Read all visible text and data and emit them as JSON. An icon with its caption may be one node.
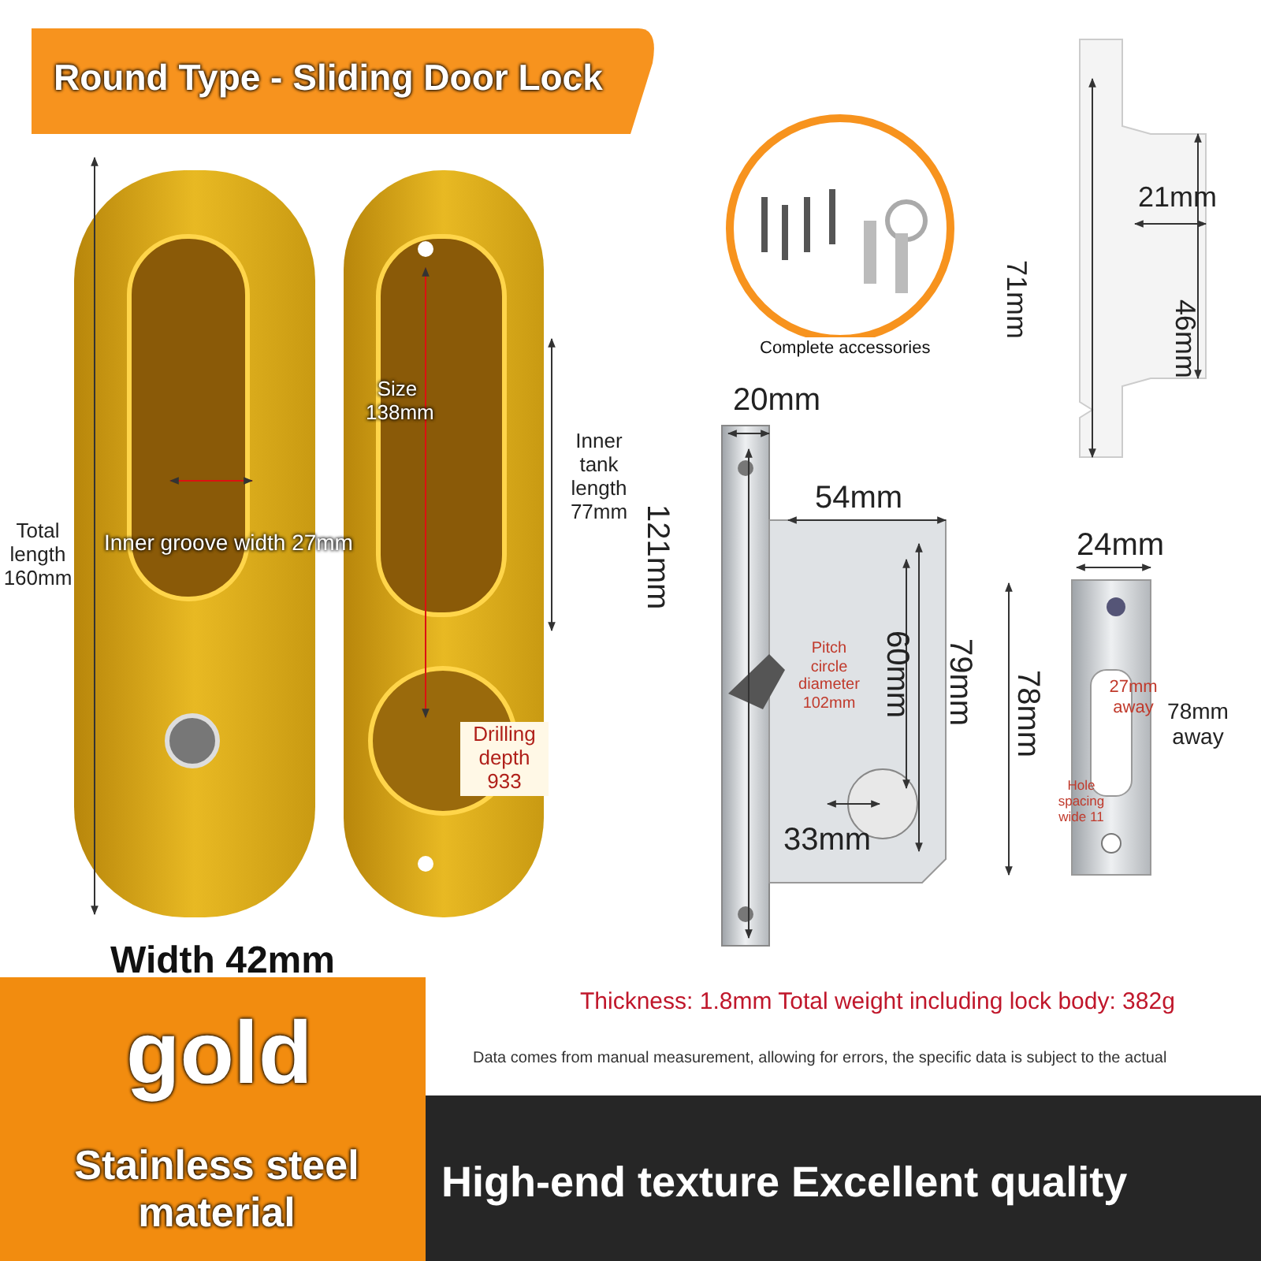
{
  "diagram": {
    "labels": [
      "Round Type - Sliding Door Lock",
      "Complete accessories",
      "21mm",
      "71mm",
      "46mm",
      "Size 138mm",
      "Inner tank length 77mm",
      "20mm",
      "54mm",
      "Total length 160mm",
      "Inner groove width 27mm",
      "121mm",
      "24mm",
      "Pitch circle diameter 102mm",
      "60mm",
      "79mm",
      "78mm",
      "27mm away",
      "78mm away",
      "Drilling depth 933",
      "Hole spacing wide 11",
      "33mm",
      "Width 42mm",
      "Thickness: 1.8mm Total weight including lock body: 382g",
      "gold",
      "Data comes from manual measurement, allowing for errors, the specific data is subject to the actual",
      "Stainless steel material",
      "High-end texture Excellent quality"
    ]
  }
}
